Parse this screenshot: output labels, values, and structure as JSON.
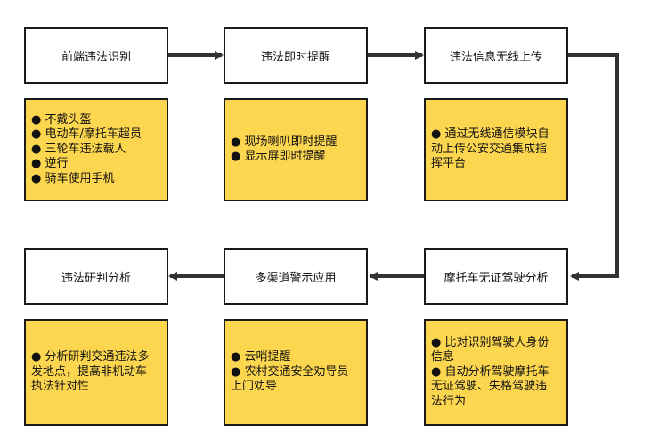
{
  "colors": {
    "note_fill": "#fdd64f",
    "border": "#1a1a1a",
    "arrow": "#333333"
  },
  "row1": {
    "step1": {
      "title": "前端违法识别",
      "lines": [
        "● 不戴头盔",
        "● 电动车/摩托车超员",
        "● 三轮车违法载人",
        "● 逆行",
        "● 骑车使用手机"
      ]
    },
    "step2": {
      "title": "违法即时提醒",
      "lines": [
        "● 现场喇叭即时提醒",
        "● 显示屏即时提醒"
      ]
    },
    "step3": {
      "title": "违法信息无线上传",
      "lines": [
        "● 通过无线通信模块自",
        "动上传公安交通集成指",
        "挥平台"
      ]
    }
  },
  "row2": {
    "step4": {
      "title": "摩托车无证驾驶分析",
      "lines": [
        "● 比对识别驾驶人身份",
        "信息",
        "● 自动分析驾驶摩托车",
        "无证驾驶、失格驾驶违",
        "法行为"
      ]
    },
    "step5": {
      "title": "多渠道警示应用",
      "lines": [
        "● 云哨提醒",
        "● 农村交通安全劝导员",
        "上门劝导"
      ]
    },
    "step6": {
      "title": "违法研判分析",
      "lines": [
        "● 分析研判交通违法多",
        "发地点，提高非机动车",
        "执法针对性"
      ]
    }
  }
}
